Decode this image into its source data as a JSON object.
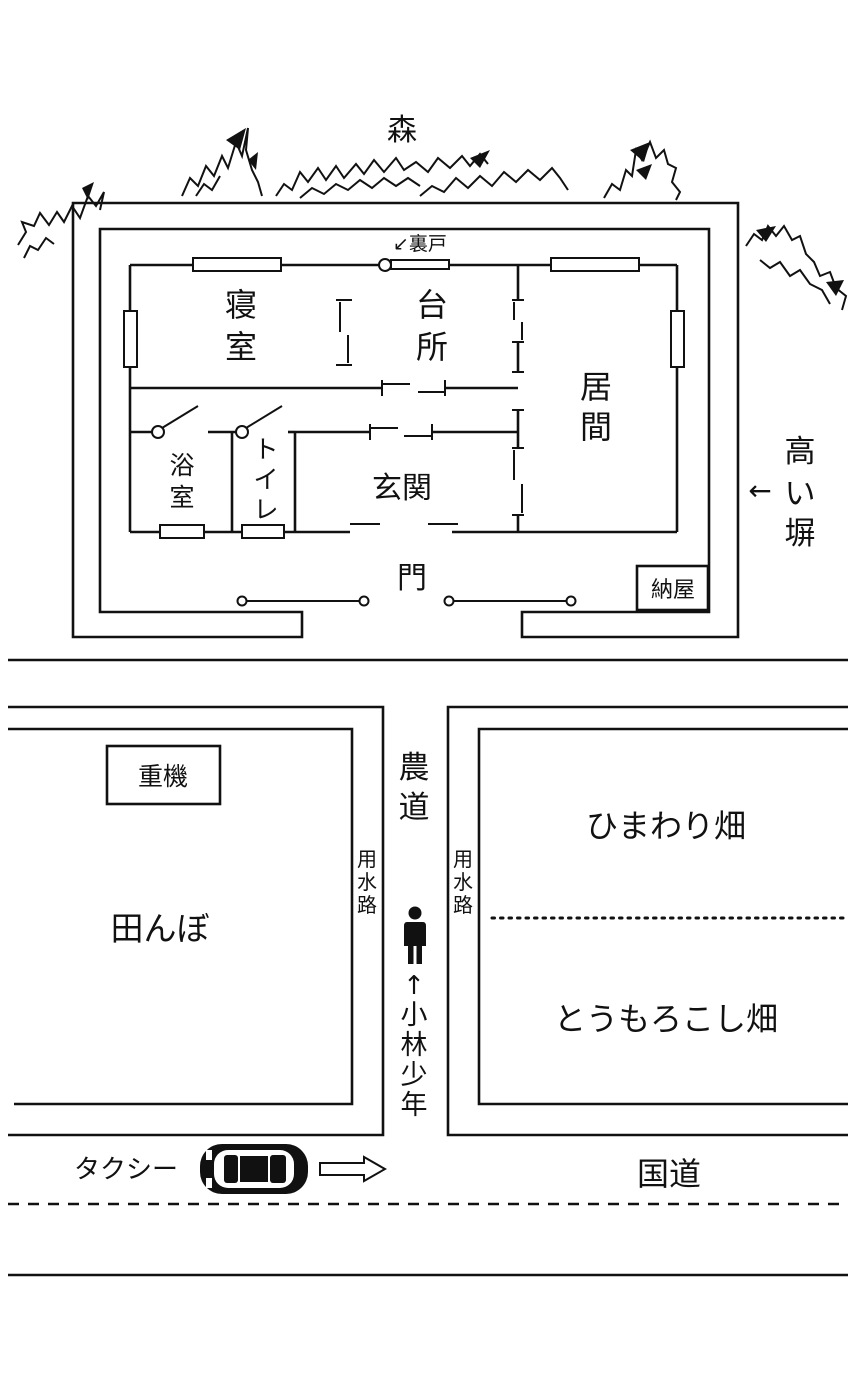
{
  "labels": {
    "forest": "森",
    "back_door": "↙裏戸",
    "bedroom": [
      "寝",
      "室"
    ],
    "kitchen": [
      "台",
      "所"
    ],
    "living": [
      "居",
      "間"
    ],
    "bath": [
      "浴",
      "室"
    ],
    "toilet": [
      "ト",
      "イ",
      "レ"
    ],
    "entrance": "玄関",
    "gate": "門",
    "shed": "納屋",
    "wall_arrow": "←",
    "wall": [
      "高",
      "い",
      "塀"
    ],
    "farm_road": [
      "農",
      "道"
    ],
    "canal": [
      "用",
      "水",
      "路"
    ],
    "heavy_machine": "重機",
    "rice_field": "田んぼ",
    "sunflower_field": "ひまわり畑",
    "corn_field": "とうもろこし畑",
    "boy_arrow": "↑",
    "boy": [
      "小",
      "林",
      "少",
      "年"
    ],
    "taxi": "タクシー",
    "national_road": "国道"
  },
  "colors": {
    "ink": "#111111",
    "paper": "#ffffff"
  }
}
